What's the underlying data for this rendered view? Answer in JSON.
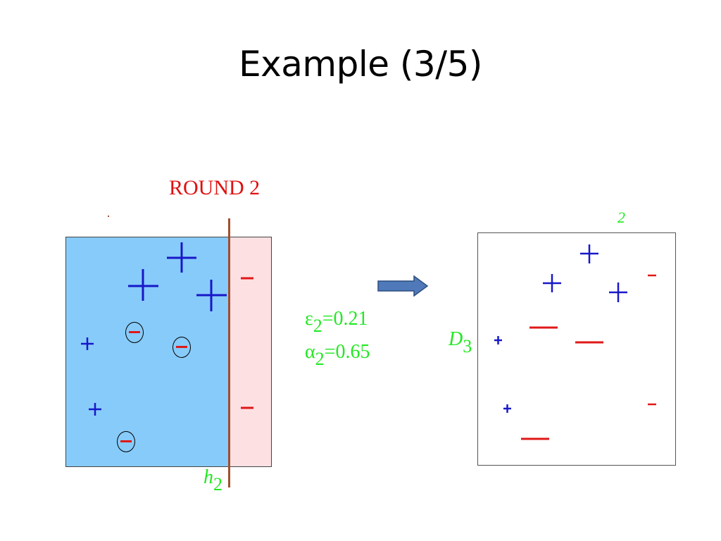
{
  "slide": {
    "title": "Example (3/5)",
    "round_label": "ROUND 2",
    "epsilon": {
      "symbol": "ε",
      "subscript": "2",
      "value": "=0.21"
    },
    "alpha": {
      "symbol": "α",
      "subscript": "2",
      "value": "=0.65"
    },
    "hypothesis": {
      "symbol": "h",
      "subscript": "2"
    },
    "distribution": {
      "symbol": "D",
      "subscript": "3"
    },
    "cropped_label": "2",
    "plus": "+",
    "minus": "−",
    "dash": "-"
  },
  "colors": {
    "blue_region": "#87cbfa",
    "pink_region": "#fde0e2",
    "boundary": "#a0502d",
    "plus": "#1818c8",
    "minus": "#e01818",
    "green": "#22e822",
    "title_red": "#e01010",
    "arrow_fill": "#4f79b8",
    "arrow_stroke": "#2e4f80"
  }
}
